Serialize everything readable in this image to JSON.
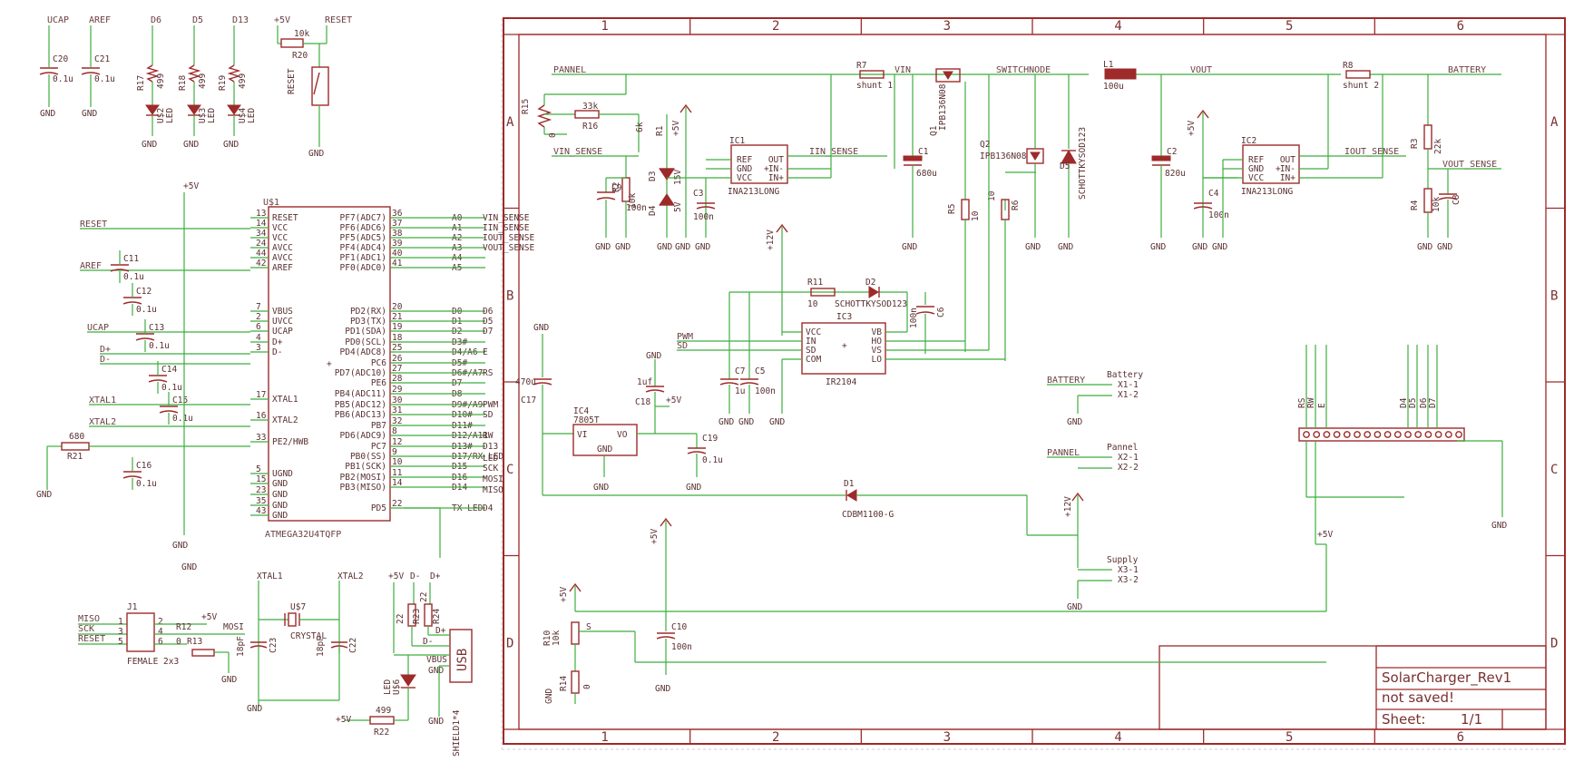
{
  "sheet": {
    "columns": [
      "1",
      "2",
      "3",
      "4",
      "5",
      "6"
    ],
    "rows": [
      "A",
      "B",
      "C",
      "D"
    ]
  },
  "title_block": {
    "name": "SolarCharger_Rev1",
    "status": "not saved!",
    "sheet_label": "Sheet:",
    "sheet_value": "1/1"
  },
  "power": {
    "gnd": "GND",
    "p5v": "+5V",
    "p12v": "+12V"
  },
  "top_left": {
    "ucap": "UCAP",
    "aref": "AREF",
    "d6": "D6",
    "d5": "D5",
    "d13": "D13",
    "p5v": "+5V",
    "reset": "RESET",
    "c20": "C20",
    "c20v": "0.1u",
    "c21": "C21",
    "c21v": "0.1u",
    "r17": "R17",
    "r17v": "499",
    "r18": "R18",
    "r18v": "499",
    "r19": "R19",
    "r19v": "499",
    "u2": "U$2",
    "u3": "U$3",
    "u4": "U$4",
    "led": "LED",
    "r20": "R20",
    "r20v": "10k",
    "reset_sw": "RESET"
  },
  "mcu": {
    "ref": "U$1",
    "part": "ATMEGA32U4TQFP",
    "left_nets": [
      "RESET",
      "AREF",
      "UCAP",
      "D+",
      "D-",
      "XTAL1",
      "XTAL2"
    ],
    "left_pins": [
      {
        "n": "13",
        "l": "RESET"
      },
      {
        "n": "14",
        "l": "VCC"
      },
      {
        "n": "34",
        "l": "VCC"
      },
      {
        "n": "24",
        "l": "AVCC"
      },
      {
        "n": "44",
        "l": "AVCC"
      },
      {
        "n": "42",
        "l": "AREF"
      },
      {
        "n": "7",
        "l": "VBUS"
      },
      {
        "n": "2",
        "l": "UVCC"
      },
      {
        "n": "6",
        "l": "UCAP"
      },
      {
        "n": "4",
        "l": "D+"
      },
      {
        "n": "3",
        "l": "D-"
      },
      {
        "n": "17",
        "l": "XTAL1"
      },
      {
        "n": "16",
        "l": "XTAL2"
      },
      {
        "n": "33",
        "l": "PE2/HWB"
      },
      {
        "n": "5",
        "l": "UGND"
      },
      {
        "n": "15",
        "l": "GND"
      },
      {
        "n": "23",
        "l": "GND"
      },
      {
        "n": "35",
        "l": "GND"
      },
      {
        "n": "43",
        "l": "GND"
      }
    ],
    "right_pins": [
      {
        "n": "36",
        "l": "PF7(ADC7)"
      },
      {
        "n": "37",
        "l": "PF6(ADC6)"
      },
      {
        "n": "38",
        "l": "PF5(ADC5)"
      },
      {
        "n": "39",
        "l": "PF4(ADC4)"
      },
      {
        "n": "40",
        "l": "PF1(ADC1)"
      },
      {
        "n": "41",
        "l": "PF0(ADC0)"
      },
      {
        "n": "20",
        "l": "PD2(RX)"
      },
      {
        "n": "21",
        "l": "PD3(TX)"
      },
      {
        "n": "19",
        "l": "PD1(SDA)"
      },
      {
        "n": "18",
        "l": "PD0(SCL)"
      },
      {
        "n": "25",
        "l": "PD4(ADC8)"
      },
      {
        "n": "26",
        "l": "PC6"
      },
      {
        "n": "27",
        "l": "PD7(ADC10)"
      },
      {
        "n": "28",
        "l": "PE6"
      },
      {
        "n": "29",
        "l": "PB4(ADC11)"
      },
      {
        "n": "30",
        "l": "PB5(ADC12)"
      },
      {
        "n": "31",
        "l": "PB6(ADC13)"
      },
      {
        "n": "32",
        "l": "PB7"
      },
      {
        "n": "8",
        "l": "PD6(ADC9)"
      },
      {
        "n": "12",
        "l": "PC7"
      },
      {
        "n": "9",
        "l": "PB0(SS)"
      },
      {
        "n": "10",
        "l": "PB1(SCK)"
      },
      {
        "n": "11",
        "l": "PB2(MOSI)"
      },
      {
        "n": "14",
        "l": "PB3(MISO)"
      },
      {
        "n": "22",
        "l": "PD5"
      }
    ],
    "port_names": [
      "A0",
      "A1",
      "A2",
      "A3",
      "A4",
      "A5",
      "D0",
      "D1",
      "D2",
      "D3#",
      "D4/A6",
      "D5#",
      "D6#/A7",
      "D7",
      "D8",
      "D9#/A9",
      "D10#",
      "D11#",
      "D12/A11",
      "D13#",
      "D17/RX LED",
      "D15",
      "D16",
      "D14",
      "TX LED"
    ],
    "right_nets": [
      "VIN_SENSE",
      "IIN_SENSE",
      "IOUT_SENSE",
      "VOUT_SENSE",
      "D6",
      "D5",
      "D7",
      "E",
      "RS",
      "PWM",
      "SD",
      "RW",
      "D13",
      "LED",
      "SCK",
      "MOSI",
      "MISO",
      "D4"
    ],
    "caps": [
      {
        "r": "C11",
        "v": "0.1u"
      },
      {
        "r": "C12",
        "v": "0.1u"
      },
      {
        "r": "C13",
        "v": "0.1u"
      },
      {
        "r": "C14",
        "v": "0.1u"
      },
      {
        "r": "C15",
        "v": "0.1u"
      },
      {
        "r": "C16",
        "v": "0.1u"
      }
    ],
    "r21": "R21",
    "r21v": "680"
  },
  "bottom_left": {
    "miso": "MISO",
    "sck": "SCK",
    "reset": "RESET",
    "mosi": "MOSI",
    "j1": "J1",
    "j1part": "FEMALE 2x3",
    "r12": "R12",
    "r12v": "0",
    "r13": "R13",
    "xtal1": "XTAL1",
    "xtal2": "XTAL2",
    "c23": "C23",
    "c23v": "18pF",
    "c22": "C22",
    "c22v": "18pF",
    "u7": "U$7",
    "crystal": "CRYSTAL",
    "r23": "R23",
    "r23v": "22",
    "r24": "R24",
    "r24v": "22",
    "dminus": "D-",
    "dplus": "D+",
    "vbus": "VBUS",
    "gnd_pin": "GND",
    "shield": "SHIELD1*4",
    "usb": "USB",
    "u6": "U$6",
    "led": "LED",
    "r22": "R22",
    "r22v": "499"
  },
  "main": {
    "nets": {
      "pannel": "PANNEL",
      "vin": "VIN",
      "switchnode": "SWITCHNODE",
      "vout": "VOUT",
      "battery": "BATTERY",
      "vin_sense": "VIN_SENSE",
      "iin_sense": "IIN_SENSE",
      "iout_sense": "IOUT_SENSE",
      "vout_sense": "VOUT_SENSE",
      "pwm": "PWM",
      "sd": "SD"
    },
    "parts": {
      "r7": "R7",
      "r7v": "shunt 1",
      "r8": "R8",
      "r8v": "shunt 2",
      "l1": "L1",
      "l1v": "100u",
      "r15": "R15",
      "r15v": "0",
      "r16": "R16",
      "r16v": "33k",
      "r1": "R1",
      "r1v": "6k",
      "c9": "C9",
      "c9v": "100n",
      "r2": "R2",
      "r2v": "10k",
      "d3": "D3",
      "d3v": "15V",
      "d4": "D4",
      "d4v": "5V",
      "c3": "C3",
      "c3v": "100n",
      "ic1": "IC1",
      "ic1part": "INA213LONG",
      "ic2": "IC2",
      "ic2part": "INA213LONG",
      "c1": "C1",
      "c1v": "680u",
      "c2": "C2",
      "c2v": "820u",
      "q1": "Q1",
      "q1part": "IPB136N08",
      "q2": "Q2",
      "q2part": "IPB136N08",
      "r5": "R5",
      "r5v": "10",
      "r6": "R6",
      "r6v": "10",
      "d5": "D5",
      "d5part": "SCHOTTKYSOD123",
      "c4": "C4",
      "c4v": "100n",
      "r3": "R3",
      "r3v": "22k",
      "r4": "R4",
      "r4v": "10k",
      "c8": "C8",
      "r11": "R11",
      "r11v": "10",
      "d2": "D2",
      "d2part": "SCHOTTKYSOD123",
      "c6": "C6",
      "c6v": "100n",
      "ic3": "IC3",
      "ic3part": "IR2104",
      "c7": "C7",
      "c7v": "1u",
      "c5": "C5",
      "c5v": "100n",
      "c17": "C17",
      "c17v": "470u",
      "ic4": "IC4",
      "ic4part": "7805T",
      "c18": "C18",
      "c18v": "1uf",
      "c19": "C19",
      "c19v": "0.1u",
      "d1": "D1",
      "d1part": "CDBM1100-G",
      "c10": "C10",
      "c10v": "100n",
      "r10": "R10",
      "r10v": "10k",
      "r14": "R14",
      "r14v": "0"
    },
    "ina_pins": [
      "REF",
      "OUT",
      "GND",
      "IN-",
      "VCC",
      "IN+"
    ],
    "ir_pins": [
      "VCC",
      "VB",
      "IN",
      "HO",
      "SD",
      "VS",
      "COM",
      "LO"
    ],
    "reg_pins": [
      "VI",
      "VO",
      "GND"
    ],
    "connectors": {
      "battery_title": "Battery",
      "battery_net": "BATTERY",
      "x11": "X1-1",
      "x12": "X1-2",
      "pannel_title": "Pannel",
      "pannel_net": "PANNEL",
      "x21": "X2-1",
      "x22": "X2-2",
      "supply_title": "Supply",
      "x31": "X3-1",
      "x32": "X3-2"
    },
    "lcd_nets": [
      "RS",
      "RW",
      "E",
      "D4",
      "D5",
      "D6",
      "D7"
    ]
  }
}
